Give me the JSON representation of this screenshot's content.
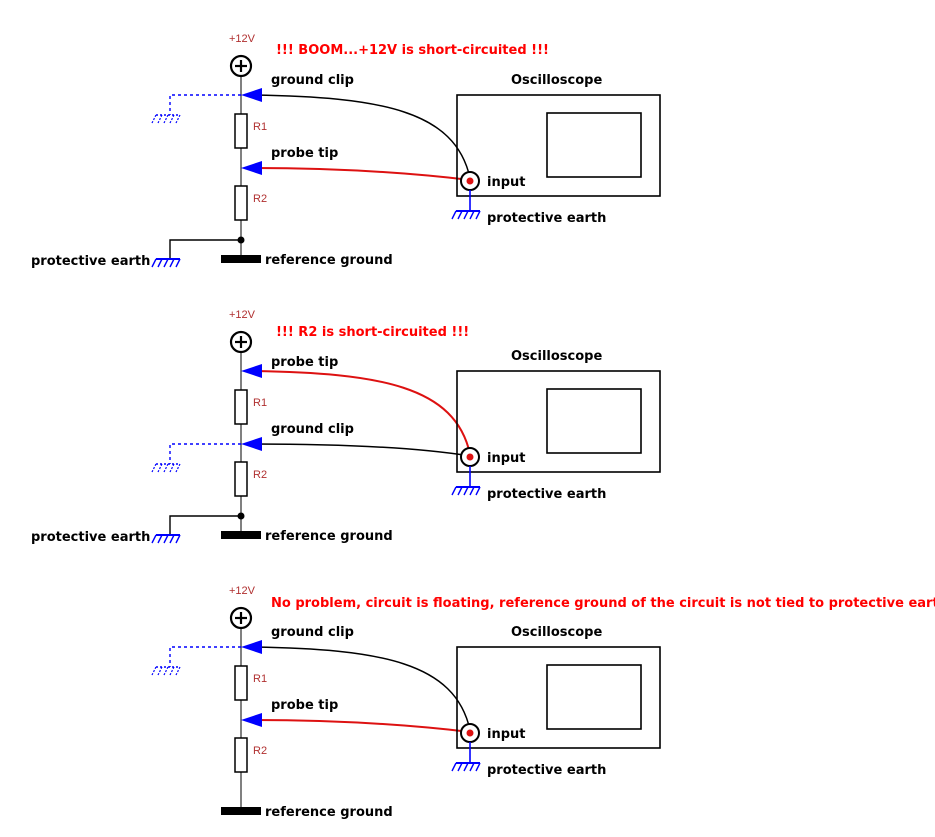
{
  "colors": {
    "probe": "#dd1111",
    "clip": "#000000",
    "arrow": "#0000ff",
    "earth": "#0000ff",
    "dashed": "#0000ff",
    "warn": "#ff0000",
    "component_label": "#b03030"
  },
  "icons": [
    "plus-source-icon",
    "earth-ground-icon",
    "bnc-input-icon",
    "arrow-icon",
    "resistor-icon"
  ],
  "diagrams": [
    {
      "supply": "+12V",
      "message": "!!! BOOM...+12V is short-circuited !!!",
      "upper_probe": "ground clip",
      "lower_probe": "probe tip",
      "r1": "R1",
      "r2": "R2",
      "scope_title": "Oscilloscope",
      "input_label": "input",
      "scope_earth": "protective earth",
      "circuit_earth": "protective earth",
      "reference": "reference ground",
      "circuit_earthed": true
    },
    {
      "supply": "+12V",
      "message": "!!! R2 is short-circuited !!!",
      "upper_probe": "probe tip",
      "lower_probe": "ground clip",
      "r1": "R1",
      "r2": "R2",
      "scope_title": "Oscilloscope",
      "input_label": "input",
      "scope_earth": "protective earth",
      "circuit_earth": "protective earth",
      "reference": "reference ground",
      "circuit_earthed": true
    },
    {
      "supply": "+12V",
      "message": "No problem, circuit is floating, reference ground of the circuit is not tied to protective earth",
      "upper_probe": "ground clip",
      "lower_probe": "probe tip",
      "r1": "R1",
      "r2": "R2",
      "scope_title": "Oscilloscope",
      "input_label": "input",
      "scope_earth": "protective earth",
      "circuit_earth": "",
      "reference": "reference ground",
      "circuit_earthed": false
    }
  ]
}
